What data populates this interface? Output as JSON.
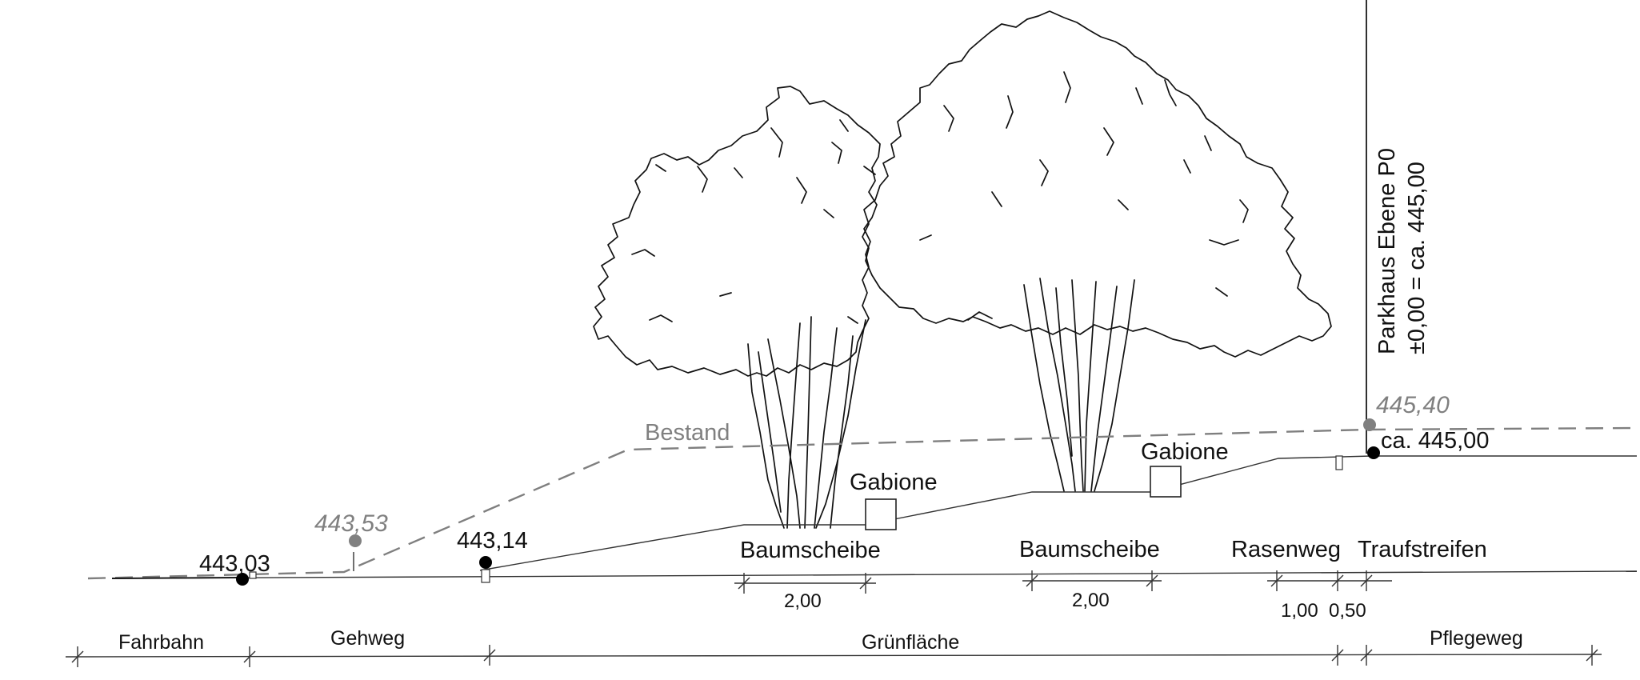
{
  "colors": {
    "ink": "#111111",
    "existing_grey": "#808080",
    "background": "#ffffff"
  },
  "building": {
    "line1": "Parkhaus Ebene P0",
    "line2": "±0,00 = ca. 445,00"
  },
  "existing": {
    "label": "Bestand",
    "level_left": "443,53",
    "level_right": "445,40"
  },
  "levels": {
    "road": "443,03",
    "walk": "443,14",
    "building": "ca. 445,00"
  },
  "gabions": [
    "Gabione",
    "Gabione"
  ],
  "areas": {
    "pit1": "Baumscheibe",
    "pit2": "Baumscheibe",
    "grass_path": "Rasenweg",
    "drip_strip": "Traufstreifen"
  },
  "dims": {
    "pit1": "2,00",
    "pit2": "2,00",
    "grass_path": "1,00",
    "drip_strip": "0,50"
  },
  "zones": {
    "road": "Fahrbahn",
    "walk": "Gehweg",
    "green": "Grünfläche",
    "maint": "Pflegeweg"
  },
  "icons": [
    "tree-icon",
    "tree-icon",
    "level-marker-icon",
    "gabion-icon"
  ]
}
